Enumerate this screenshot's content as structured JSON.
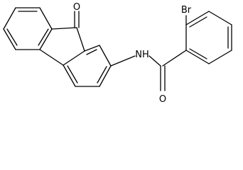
{
  "molecule": {
    "atoms": {
      "oxygen_ketone": "O",
      "amide_nitrogen": "NH",
      "bromine": "Br",
      "oxygen_amide": "O"
    }
  }
}
